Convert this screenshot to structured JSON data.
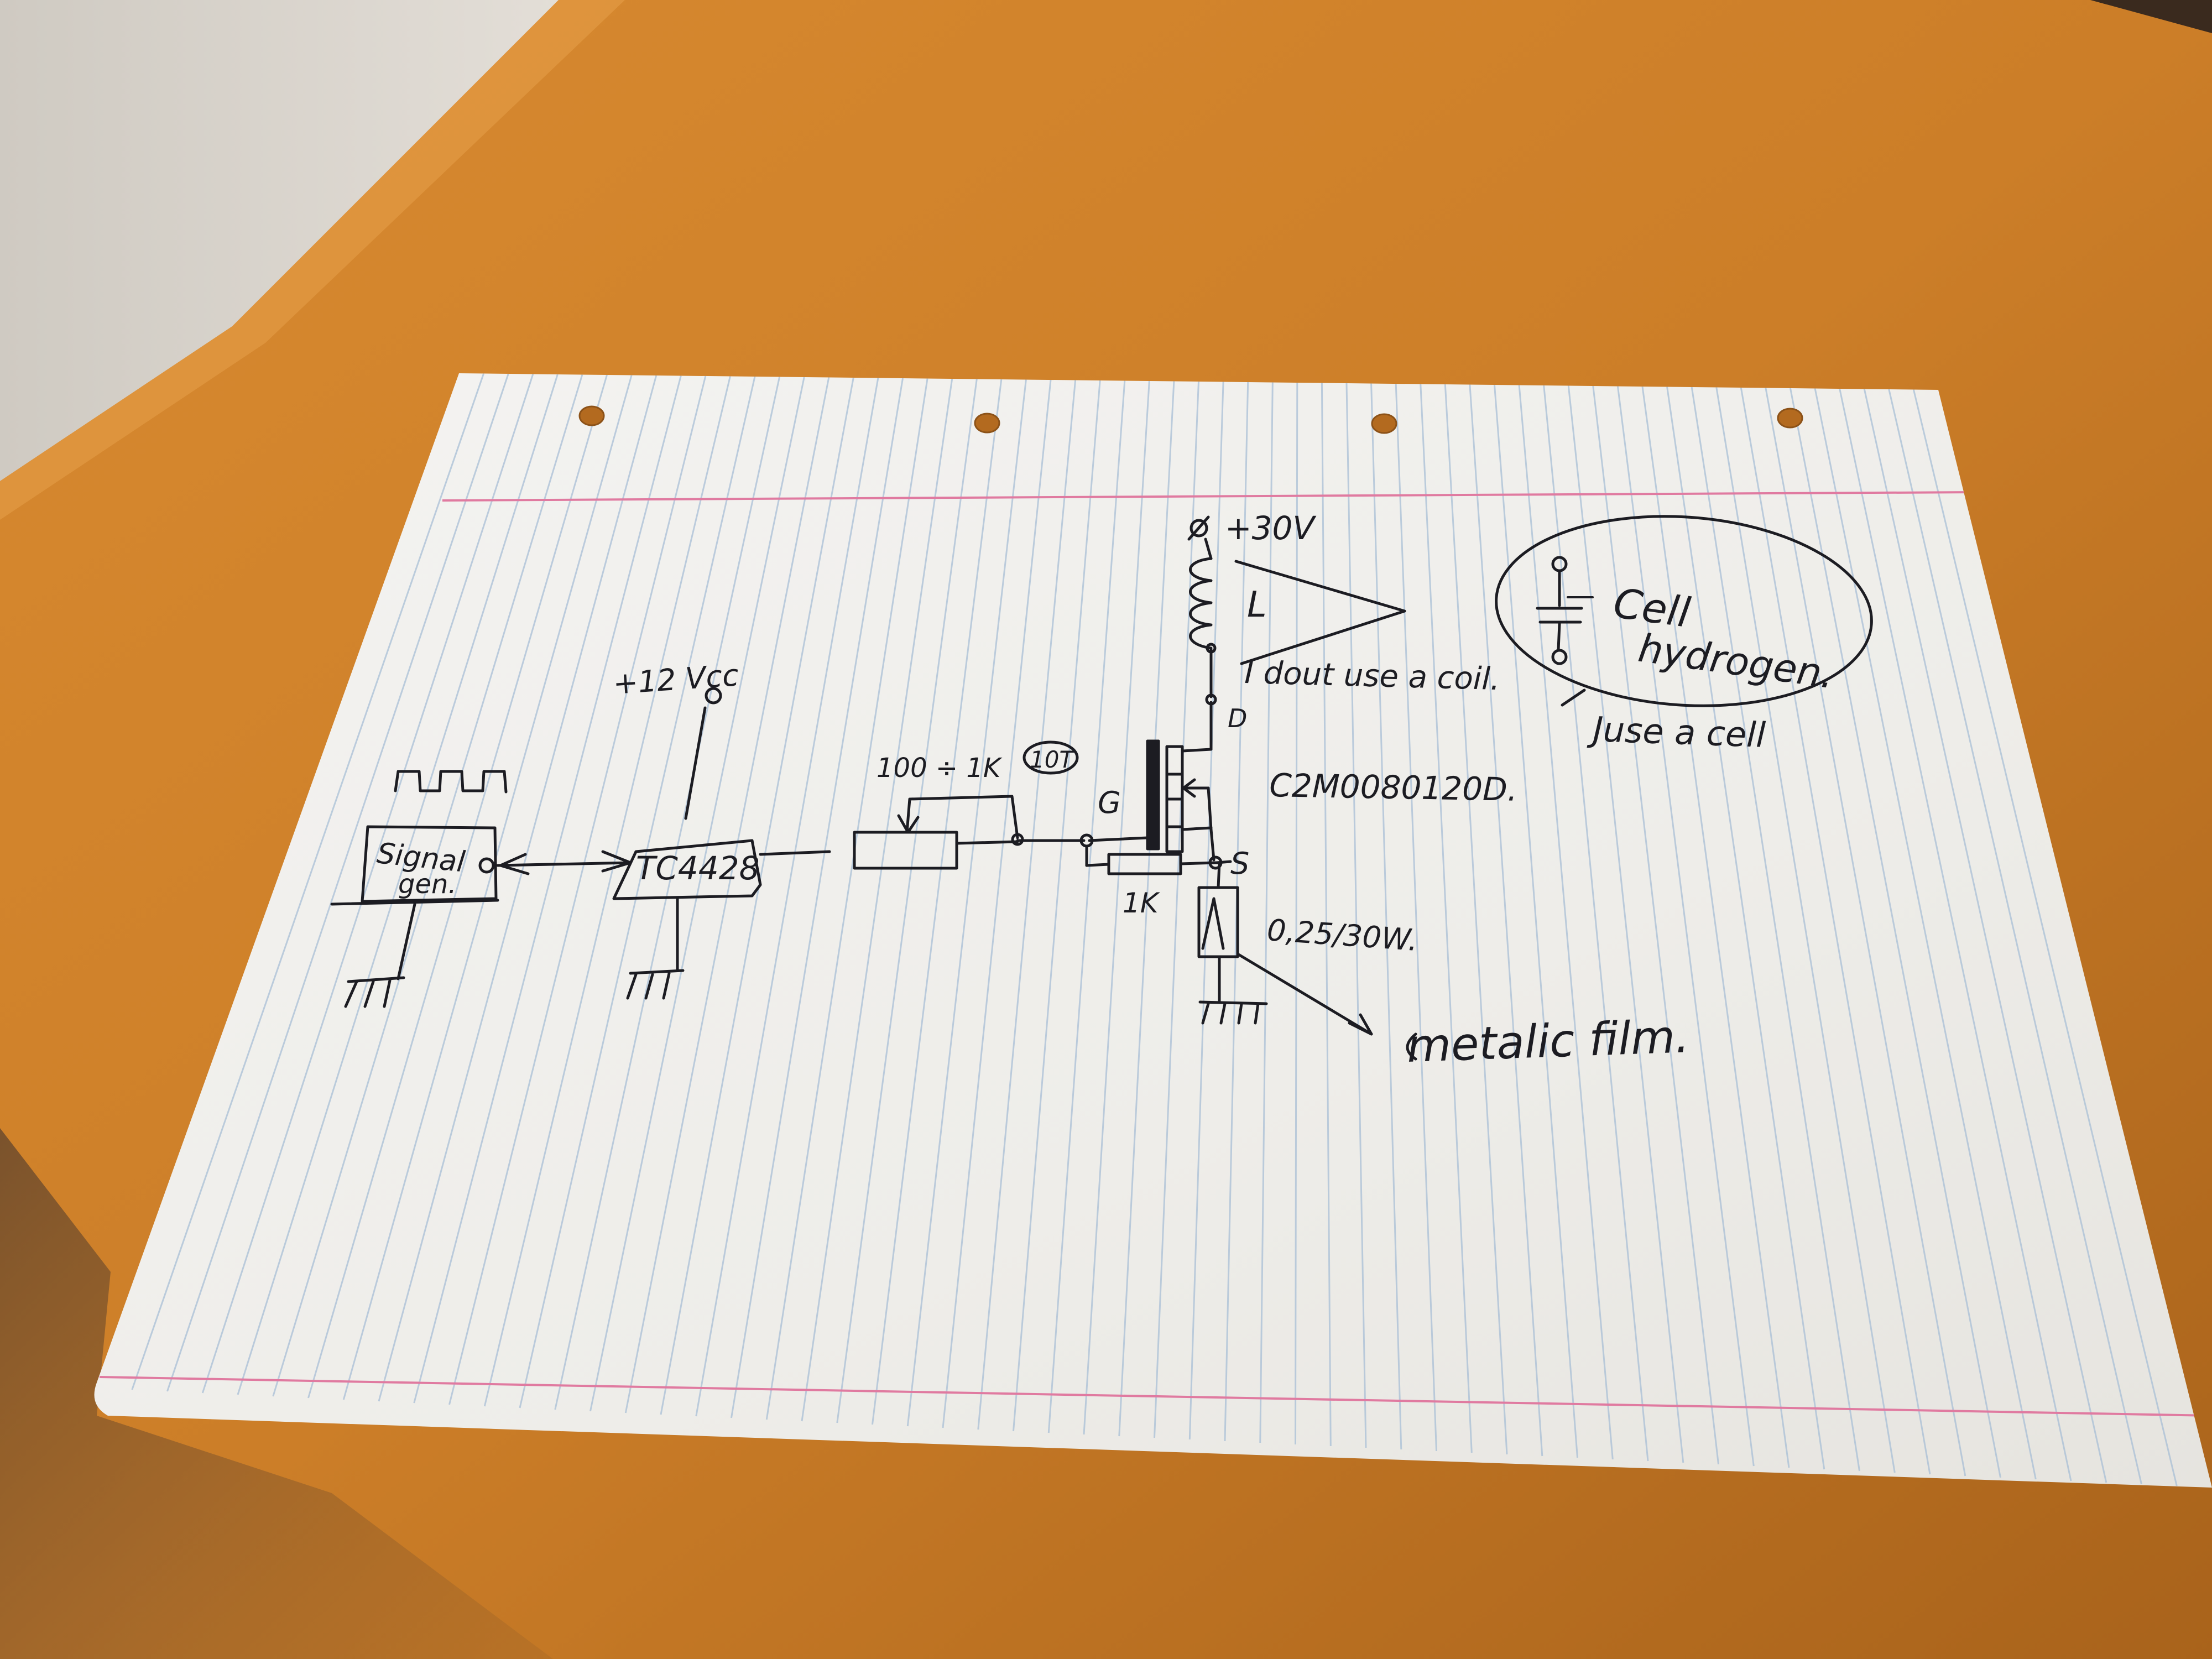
{
  "colors": {
    "desk": "#c97c26",
    "desk_light": "#dc9138",
    "desk_dark": "#9c5a16",
    "wall": "#d9d4cd",
    "paper": "#f2f1ee",
    "rule_line": "#a9bfd6",
    "margin_line": "#e07aa0",
    "ink": "#1c1c22"
  },
  "labels": {
    "supply_30v": "+30V",
    "inductor": "L",
    "coil_note": "I dout use a coil.",
    "drain": "D",
    "cell_label_1": "Cell",
    "cell_label_2": "hydrogen.",
    "cell_note": "Juse a cell",
    "vcc": "+12 Vcc",
    "signal_gen_1": "Signal",
    "signal_gen_2": "gen.",
    "driver": "TC4428",
    "pot_value": "100 ÷ 1K",
    "pot_turns": "10T",
    "gate": "G",
    "mosfet": "C2M0080120D.",
    "source": "S",
    "gate_resistor": "1K",
    "shunt": "0,25/30W.",
    "film": "metalic film."
  }
}
